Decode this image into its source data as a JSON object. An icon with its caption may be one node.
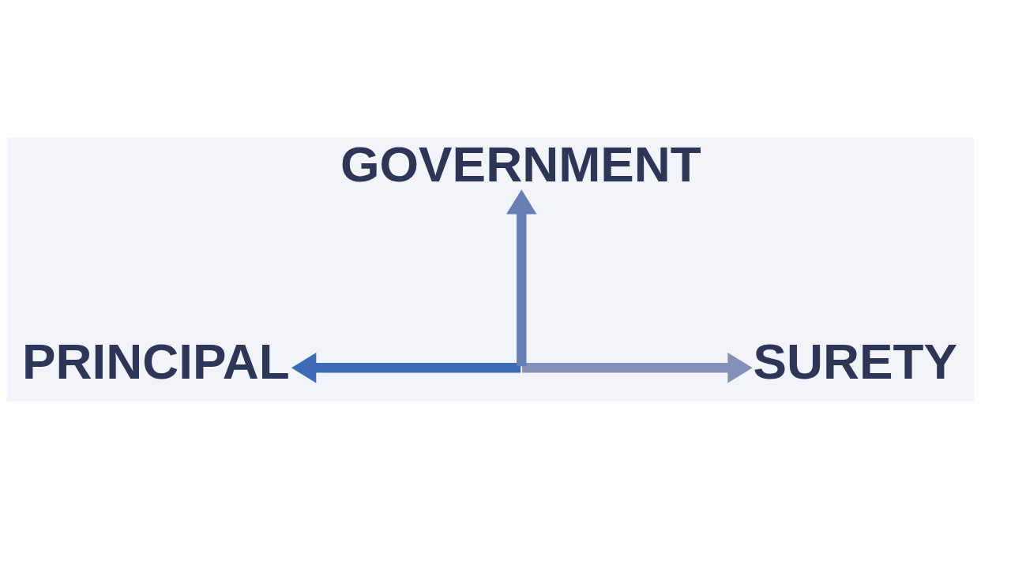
{
  "diagram": {
    "nodes": [
      {
        "text": [
          "GOVERNMENT"
        ]
      },
      {
        "text": [
          "PRINCIPAL"
        ]
      },
      {
        "text": [
          "SURETY"
        ]
      }
    ],
    "edges": [
      {
        "from": null,
        "to": 0,
        "arrow": "to"
      },
      {
        "from": null,
        "to": 1,
        "arrow": "to"
      },
      {
        "from": null,
        "to": 2,
        "arrow": "to"
      }
    ]
  }
}
